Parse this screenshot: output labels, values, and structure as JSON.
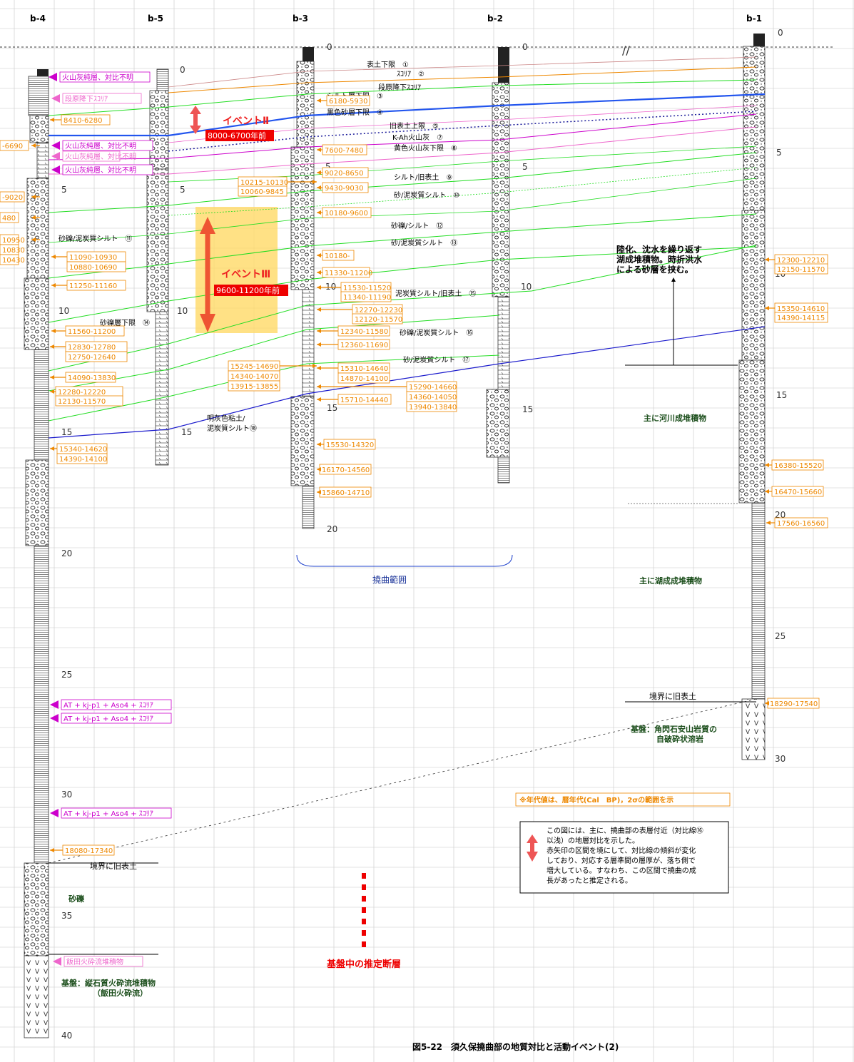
{
  "figure": {
    "caption": "図5-22　須久保撓曲部の地質対比と活動イベント(2)",
    "colors": {
      "grid": "#c8c8c8",
      "green": "#22dd22",
      "blue": "#2255ee",
      "darkblue": "#1a1acc",
      "orange": "#ee8800",
      "magenta": "#cc00cc",
      "pink": "#ee66cc",
      "red": "#ee3333",
      "yellow": "#ffd966",
      "darkgreen": "#1a4d1a"
    }
  },
  "boreholes": [
    {
      "id": "b-4",
      "label": "b-4",
      "depth_ticks": [
        "5",
        "10",
        "15",
        "20",
        "25",
        "30",
        "35",
        "40"
      ]
    },
    {
      "id": "b-5",
      "label": "b-5",
      "depth_ticks": [
        "0",
        "5",
        "10",
        "15"
      ]
    },
    {
      "id": "b-3",
      "label": "b-3",
      "depth_ticks": [
        "0",
        "5",
        "10",
        "15",
        "20"
      ]
    },
    {
      "id": "b-2",
      "label": "b-2",
      "depth_ticks": [
        "0",
        "5",
        "10",
        "15"
      ]
    },
    {
      "id": "b-1",
      "label": "b-1",
      "depth_ticks": [
        "0",
        "5",
        "10",
        "15",
        "20",
        "25",
        "30"
      ]
    }
  ],
  "horizons": [
    "表土下限　①",
    "ｽｺﾘｱ　②",
    "段原降下ｽｺﾘｱ",
    "シルト層下限　③",
    "黒色砂層下限　④",
    "旧表土上限　⑤",
    "K-Ah火山灰　⑦",
    "黄色火山灰下限　⑧",
    "シルト/旧表土　⑨",
    "砂/泥炭質シルト　⑩",
    "砂礫/シルト　⑫",
    "砂/泥炭質シルト　⑬",
    "砂礫/泥炭質シルト　⑪",
    "泥炭質シルト/旧表土　⑮",
    "砂礫/泥炭質シルト　⑯",
    "砂/泥炭質シルト　⑰",
    "砂礫層下限　⑭",
    "明灰色粘土/",
    "泥炭質シルト⑱"
  ],
  "ages": [
    "8410-6280",
    "-6690",
    "-9020",
    "480",
    "10950",
    "10830",
    "10430",
    "11090-10930",
    "10880-10690",
    "11250-11160",
    "11560-11200",
    "12830-12780",
    "12750-12640",
    "14090-13830",
    "12280-12220",
    "12130-11570",
    "15340-14620",
    "14390-14100",
    "18080-17340",
    "6180-5930",
    "7600-7480",
    "9020-8650",
    "10215-10130",
    "10060-9845",
    "9430-9030",
    "10180-9600",
    "10180-",
    "11330-11200",
    "11530-11520",
    "11340-11190",
    "12270-12230",
    "12120-11570",
    "12340-11580",
    "12360-11690",
    "15245-14690",
    "14340-14070",
    "13915-13855",
    "15310-14640",
    "14870-14100",
    "15290-14660",
    "14360-14050",
    "13940-13840",
    "15710-14440",
    "15530-14320",
    "16170-14560",
    "15860-14710",
    "12300-12210",
    "12150-11570",
    "15350-14610",
    "14390-14115",
    "16380-15520",
    "16470-15660",
    "17560-16560",
    "18290-17540"
  ],
  "tephra_tags": [
    "火山灰純層、対比不明",
    "段原降下ｽｺﾘｱ",
    "火山灰純層、対比不明",
    "火山灰純層、対比不明",
    "火山灰純層、対比不明",
    "AT + kj-p1 + Aso4 + ｽｺﾘｱ",
    "AT + kj-p1 + Aso4 + ｽｺﾘｱ",
    "AT + kj-p1 + Aso4 + ｽｺﾘｱ",
    "飯田火砕流堆積物"
  ],
  "events": [
    {
      "title": "イベントⅡ",
      "range": "8000-6700年前"
    },
    {
      "title": "イベントⅢ",
      "range": "9600-11200年前"
    }
  ],
  "annotations": {
    "lake_note": [
      "陸化、沈水を繰り返す",
      "湖成堆積物。時折洪水",
      "による砂層を挟む。"
    ],
    "river": "主に河川成堆積物",
    "lake": "主に湖成成堆積物",
    "fold_range": "撓曲範囲",
    "fault": "基盤中の推定断層",
    "old_soil_b4": "境界に旧表土",
    "old_soil_b1": "境界に旧表土",
    "gravel": "砂礫",
    "basement_b4": [
      "基盤：縦石質火砕流堆積物",
      "（飯田火砕流）"
    ],
    "basement_b1": [
      "基盤：角閃石安山岩質の",
      "自破砕状溶岩"
    ],
    "age_note": "※年代値は、暦年代(Cal　BP)，2σの範囲を示",
    "legend": [
      "この図には、主に、撓曲部の表層付近（対比線⑯",
      "以浅）の地層対比を示した。",
      "赤矢印の区間を境にして、対比線の傾斜が変化",
      "しており、対応する層準間の層厚が、落ち側で",
      "増大している。すなわち、この区間で撓曲の成",
      "長があったと推定される。"
    ]
  }
}
